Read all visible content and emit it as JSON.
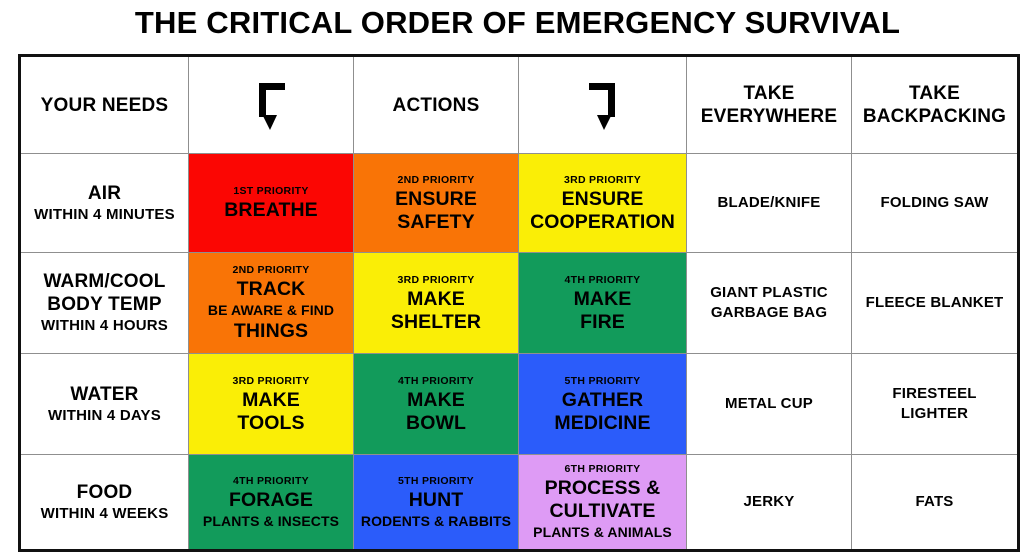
{
  "title": "THE CRITICAL ORDER OF EMERGENCY SURVIVAL",
  "columns": {
    "needs": "YOUR NEEDS",
    "arrow_left": "arrow-down-from-left",
    "actions": "ACTIONS",
    "arrow_right": "arrow-down-from-right",
    "take_everywhere_line1": "TAKE",
    "take_everywhere_line2": "EVERYWHERE",
    "take_backpacking_line1": "TAKE",
    "take_backpacking_line2": "BACKPACKING"
  },
  "colors": {
    "red": "#FB0603",
    "orange": "#F97406",
    "yellow": "#FAEE06",
    "green": "#129B5B",
    "blue": "#2B5CFA",
    "violet": "#DE9BF5",
    "white": "#FFFFFF",
    "border": "#8F8F8F",
    "outer_border": "#111111"
  },
  "rows": [
    {
      "need": {
        "name": "AIR",
        "time": "WITHIN 4 MINUTES"
      },
      "action1": {
        "priority": "1ST PRIORITY",
        "main": "BREATHE",
        "sub": "",
        "color": "#FB0603"
      },
      "action2": {
        "priority": "2ND PRIORITY",
        "main": "ENSURE\nSAFETY",
        "sub": "",
        "color": "#F97406"
      },
      "action3": {
        "priority": "3RD PRIORITY",
        "main": "ENSURE\nCOOPERATION",
        "sub": "",
        "color": "#FAEE06"
      },
      "take_everywhere": "BLADE/KNIFE",
      "take_backpacking": "FOLDING SAW"
    },
    {
      "need": {
        "name": "WARM/COOL\nBODY TEMP",
        "time": "WITHIN 4 HOURS"
      },
      "action1": {
        "priority": "2ND PRIORITY",
        "main": "TRACK",
        "sub": "BE AWARE & FIND",
        "main2": "THINGS",
        "color": "#F97406"
      },
      "action2": {
        "priority": "3RD PRIORITY",
        "main": "MAKE\nSHELTER",
        "sub": "",
        "color": "#FAEE06"
      },
      "action3": {
        "priority": "4TH PRIORITY",
        "main": "MAKE\nFIRE",
        "sub": "",
        "color": "#129B5B"
      },
      "take_everywhere": "GIANT PLASTIC\nGARBAGE BAG",
      "take_backpacking": "FLEECE BLANKET"
    },
    {
      "need": {
        "name": "WATER",
        "time": "WITHIN 4 DAYS"
      },
      "action1": {
        "priority": "3RD PRIORITY",
        "main": "MAKE\nTOOLS",
        "sub": "",
        "color": "#FAEE06"
      },
      "action2": {
        "priority": "4TH PRIORITY",
        "main": "MAKE\nBOWL",
        "sub": "",
        "color": "#129B5B"
      },
      "action3": {
        "priority": "5TH PRIORITY",
        "main": "GATHER\nMEDICINE",
        "sub": "",
        "color": "#2B5CFA"
      },
      "take_everywhere": "METAL CUP",
      "take_backpacking": "FIRESTEEL\nLIGHTER"
    },
    {
      "need": {
        "name": "FOOD",
        "time": "WITHIN 4 WEEKS"
      },
      "action1": {
        "priority": "4TH PRIORITY",
        "main": "FORAGE",
        "sub": "PLANTS & INSECTS",
        "color": "#129B5B"
      },
      "action2": {
        "priority": "5TH PRIORITY",
        "main": "HUNT",
        "sub": "RODENTS & RABBITS",
        "color": "#2B5CFA"
      },
      "action3": {
        "priority": "6TH PRIORITY",
        "main": "PROCESS &\nCULTIVATE",
        "sub": "PLANTS & ANIMALS",
        "color": "#DE9BF5"
      },
      "take_everywhere": "JERKY",
      "take_backpacking": "FATS"
    }
  ]
}
